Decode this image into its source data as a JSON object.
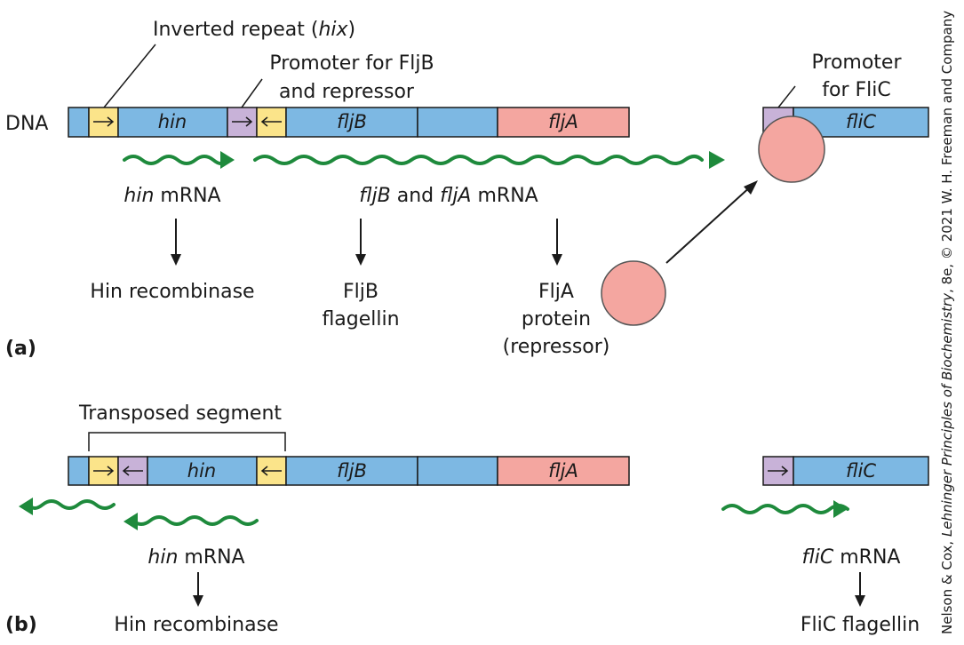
{
  "panel_a": {
    "label": "(a)",
    "dna_label": "DNA",
    "inverted_repeat_label": "Inverted repeat (",
    "inverted_repeat_hix": "hix",
    "inverted_repeat_close": ")",
    "promoter_fljb_line1": "Promoter for FljB",
    "promoter_fljb_line2": "and repressor",
    "promoter_flic_line1": "Promoter",
    "promoter_flic_line2": "for FliC",
    "genes": {
      "hin": "hin",
      "fljB": "fljB",
      "fljA": "fljA",
      "fliC": "fliC"
    },
    "hin_mrna_gene": "hin",
    "hin_mrna_suffix": " mRNA",
    "fljb_mrna_gene1": "fljB",
    "fljb_mrna_and": " and ",
    "fljb_mrna_gene2": "fljA",
    "fljb_mrna_suffix": " mRNA",
    "hin_product": "Hin recombinase",
    "fljb_product_line1": "FljB",
    "fljb_product_line2": "flagellin",
    "flja_product_line1": "FljA",
    "flja_product_line2": "protein",
    "flja_product_line3": "(repressor)"
  },
  "panel_b": {
    "label": "(b)",
    "transposed_segment": "Transposed segment",
    "genes": {
      "hin": "hin",
      "fljB": "fljB",
      "fljA": "fljA",
      "fliC": "fliC"
    },
    "hin_mrna_gene": "hin",
    "hin_mrna_suffix": " mRNA",
    "flic_mrna_gene": "fliC",
    "flic_mrna_suffix": " mRNA",
    "hin_product": "Hin recombinase",
    "flic_product": "FliC flagellin"
  },
  "credit_prefix": "Nelson & Cox, ",
  "credit_title": "Lehninger Principles of Biochemistry",
  "credit_suffix": ", 8e, © 2021 W. H. Freeman and Company",
  "colors": {
    "gene_blue": "#7db8e3",
    "flja_pink": "#f4a6a0",
    "repeat_yellow": "#fbe48a",
    "promoter_purple": "#c8b2d8",
    "mrna_green": "#1e8a3c"
  }
}
